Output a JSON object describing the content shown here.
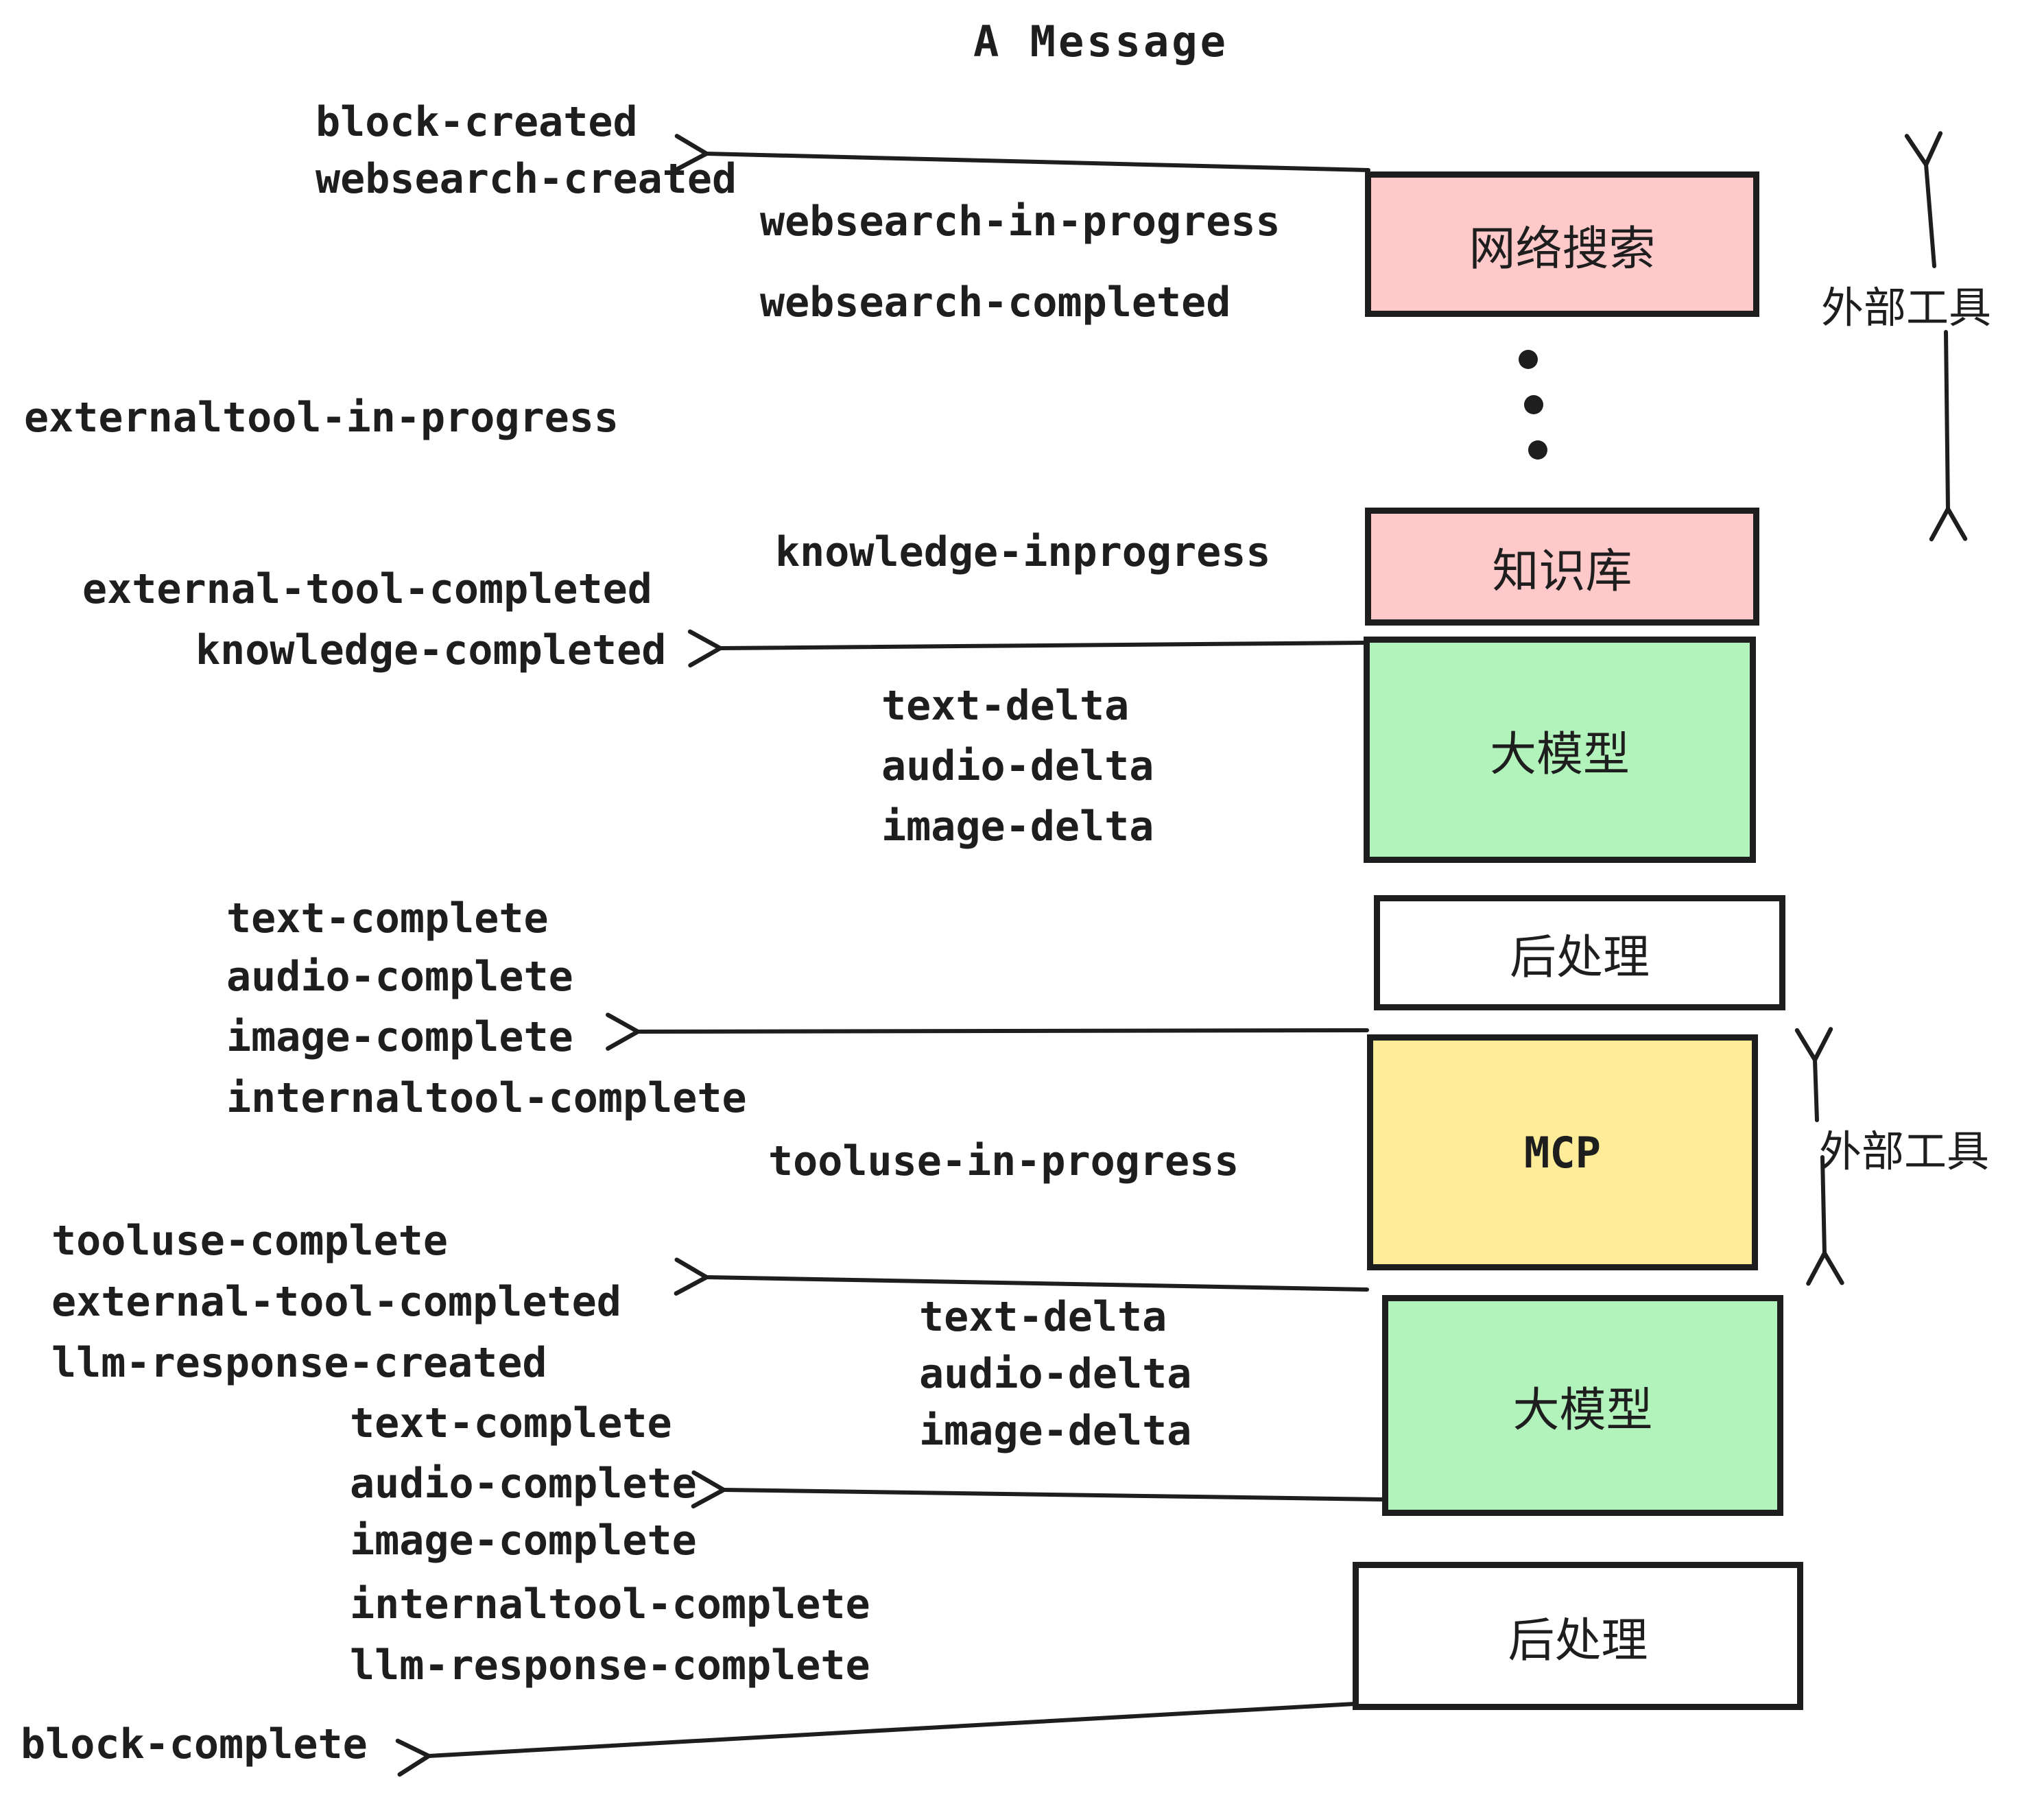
{
  "title": "A Message",
  "colors": {
    "websearch_box": "#ffc9c9",
    "knowledge_box": "#ffc9c9",
    "llm_box": "#b2f2bb",
    "post_box": "#ffffff",
    "mcp_box": "#ffec99",
    "ink": "#1e1e1e"
  },
  "boxes": {
    "websearch": "网络搜索",
    "knowledge": "知识库",
    "llm": "大模型",
    "post": "后处理",
    "mcp": "MCP"
  },
  "side": {
    "external_tools": "外部工具"
  },
  "events": {
    "block_created": "block-created",
    "websearch_created": "websearch-created",
    "websearch_in_progress": "websearch-in-progress",
    "websearch_completed": "websearch-completed",
    "externaltool_in_progress": "externaltool-in-progress",
    "knowledge_inprogress": "knowledge-inprogress",
    "external_tool_completed": "external-tool-completed",
    "knowledge_completed": "knowledge-completed",
    "text_delta": "text-delta",
    "audio_delta": "audio-delta",
    "image_delta": "image-delta",
    "text_complete": "text-complete",
    "audio_complete": "audio-complete",
    "image_complete": "image-complete",
    "internaltool_complete": "internaltool-complete",
    "tooluse_in_progress": "tooluse-in-progress",
    "tooluse_complete": "tooluse-complete",
    "llm_response_created": "llm-response-created",
    "llm_response_complete": "llm-response-complete",
    "block_complete": "block-complete"
  }
}
